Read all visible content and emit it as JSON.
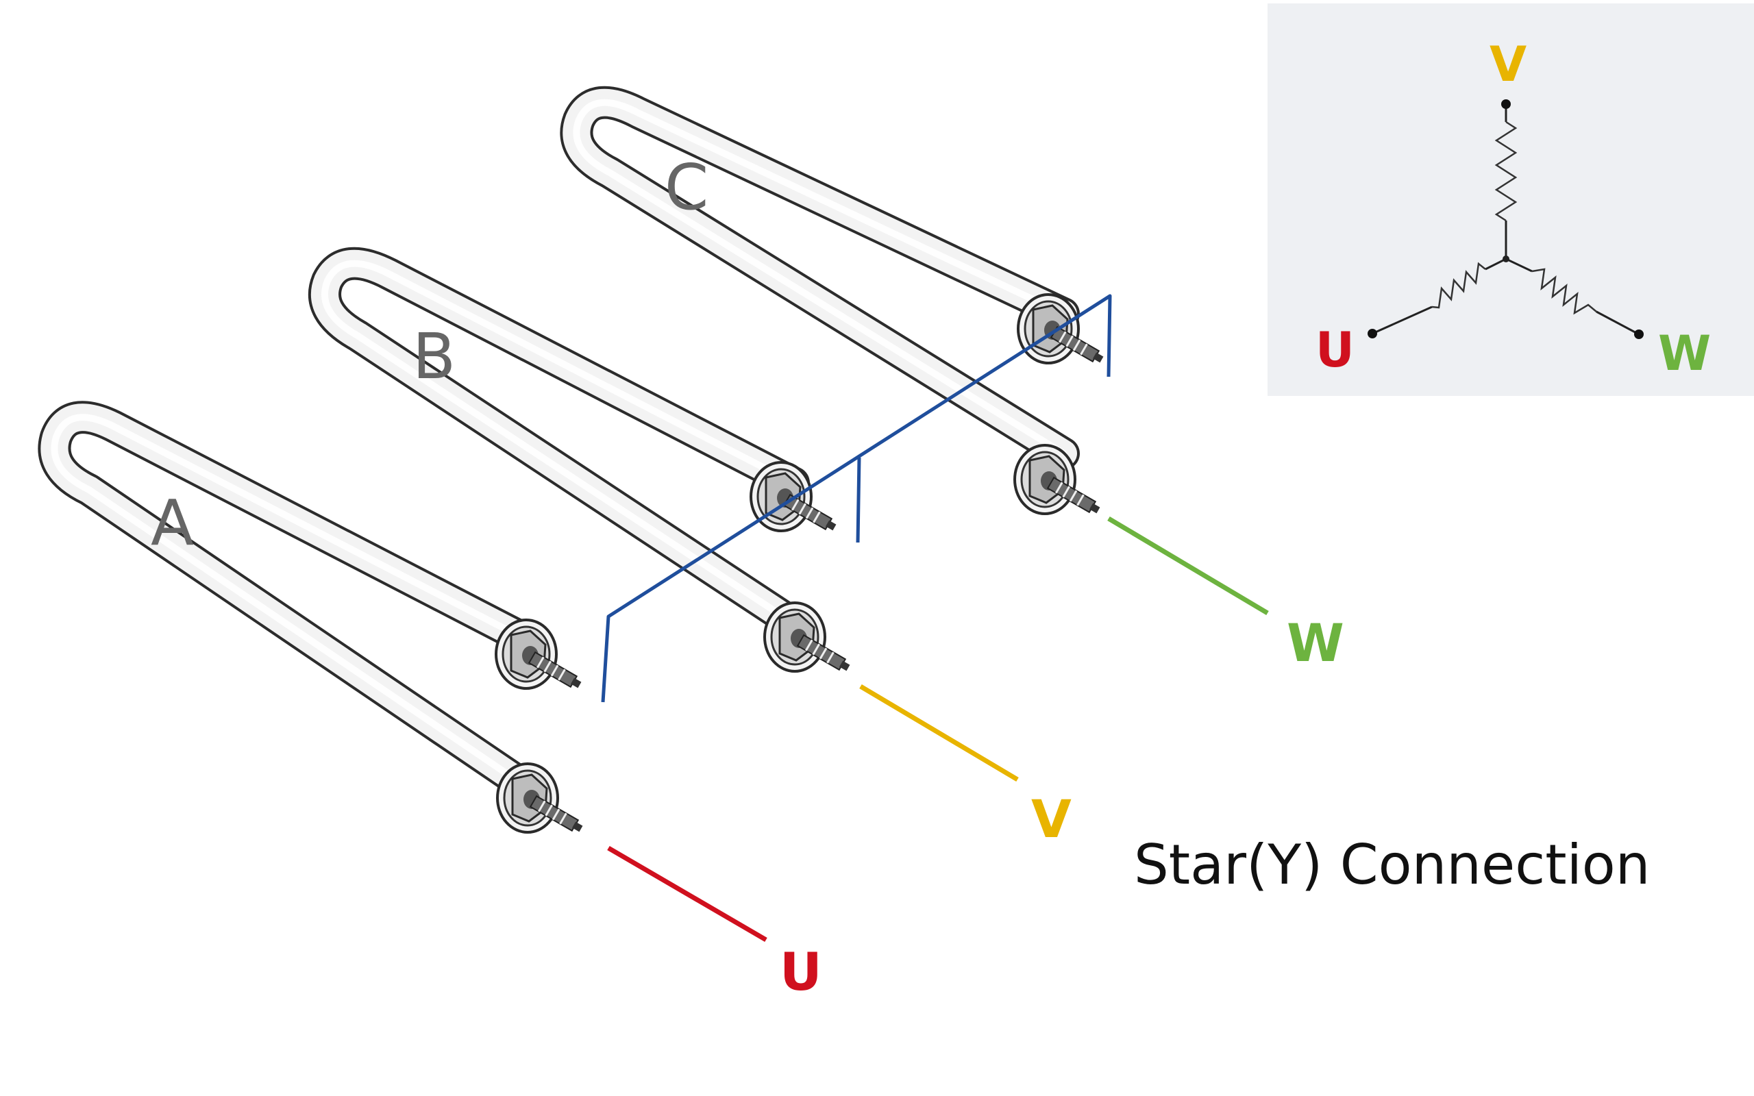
{
  "diagram": {
    "elements": [
      {
        "id": "A",
        "label": "A"
      },
      {
        "id": "B",
        "label": "B"
      },
      {
        "id": "C",
        "label": "C"
      }
    ],
    "phases": [
      {
        "id": "U",
        "label": "U",
        "color": "#d0101e"
      },
      {
        "id": "V",
        "label": "V",
        "color": "#e8b400"
      },
      {
        "id": "W",
        "label": "W",
        "color": "#6db33f"
      }
    ],
    "neutral_color": "#1f4e9c",
    "title": "Star(Y) Connection"
  },
  "inset": {
    "labels": {
      "U": "U",
      "V": "V",
      "W": "W"
    },
    "background": "#eef0f3"
  }
}
